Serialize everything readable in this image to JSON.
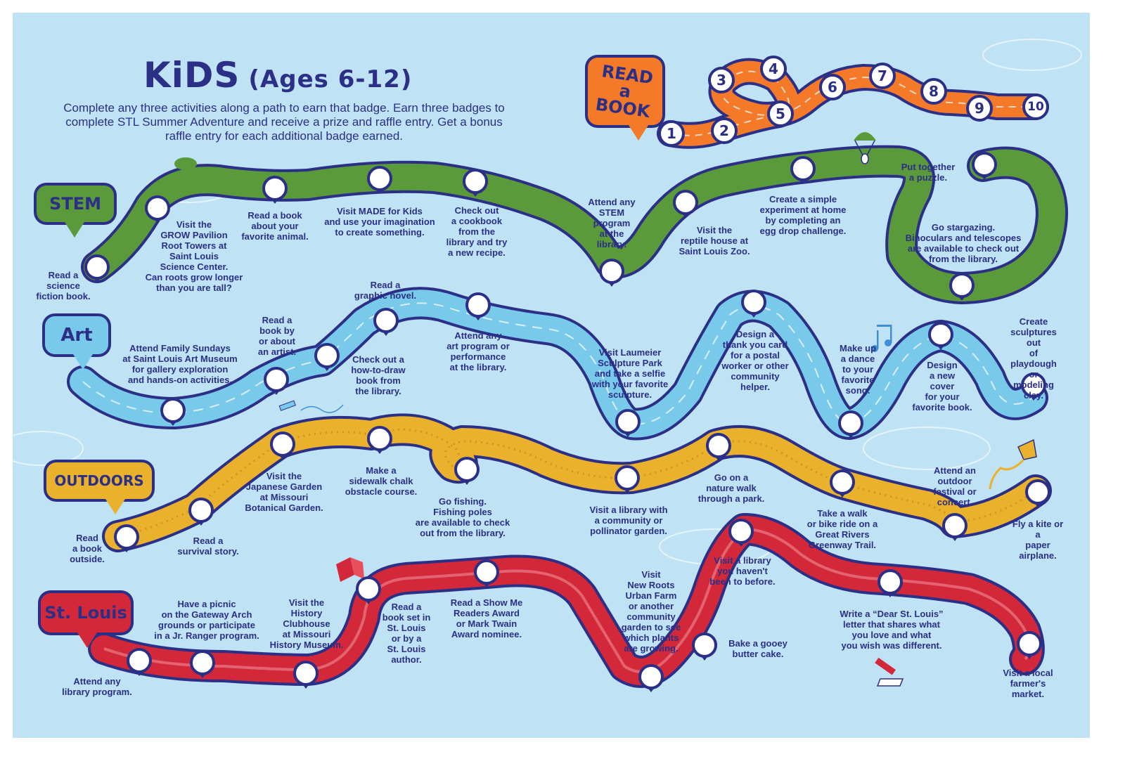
{
  "header": {
    "title": "KiDS",
    "subtitle": "(Ages 6-12)",
    "intro": "Complete any three activities along a path to earn that badge. Earn three badges to complete STL Summer Adventure and receive a prize and raffle entry. Get a bonus raffle entry for each additional badge earned."
  },
  "colors": {
    "background": "#bfe3f5",
    "ink": "#2b2f86",
    "stem": "#5a9a3a",
    "art": "#79c9ea",
    "outdoors": "#e9b12c",
    "stlouis": "#d3283a",
    "readabook": "#f47a2a"
  },
  "badges": {
    "readabook": "READ a BOOK",
    "stem": "STEM",
    "art": "Art",
    "outdoors": "OUTDOORS",
    "stlouis": "St. Louis"
  },
  "readabook": {
    "numbers": [
      "1",
      "2",
      "3",
      "4",
      "5",
      "6",
      "7",
      "8",
      "9",
      "10"
    ]
  },
  "stem": [
    "Read a\nscience\nfiction book.",
    "Visit the\nGROW Pavilion\nRoot Towers at\nSaint Louis\nScience Center.\nCan roots grow longer\nthan you are tall?",
    "Read a book\nabout your\nfavorite animal.",
    "Visit MADE for Kids\nand use your imagination\nto create something.",
    "Check out\na cookbook\nfrom the\nlibrary and try\na new recipe.",
    "Attend any\nSTEM\nprogram\nat the\nlibrary.",
    "Visit the\nreptile house at\nSaint Louis Zoo.",
    "Create a simple\nexperiment at home\nby completing an\negg drop challenge.",
    "Put together\na puzzle.",
    "Go stargazing.\nBinoculars and telescopes\nare available to check out\nfrom the library."
  ],
  "art": [
    "Attend Family Sundays\nat Saint Louis Art Museum\nfor gallery exploration\nand hands-on activities.",
    "Read a\nbook by\nor about\nan artist.",
    "Check out a\nhow-to-draw\nbook from\nthe library.",
    "Read a\ngraphic novel.",
    "Attend any\nart program or\nperformance\nat the library.",
    "Visit Laumeier\nSculpture Park\nand take a selfie\nwith your favorite\nsculpture.",
    "Design a\nthank you card\nfor a postal\nworker or other\ncommunity\nhelper.",
    "Make up\na dance\nto your\nfavorite\nsong.",
    "Design\na new\ncover\nfor your\nfavorite book.",
    "Create\nsculptures out\nof playdough or\nmodeling clay."
  ],
  "outdoors": [
    "Read\na book\noutside.",
    "Read a\nsurvival story.",
    "Visit the\nJapanese Garden\nat Missouri\nBotanical Garden.",
    "Make a\nsidewalk chalk\nobstacle course.",
    "Go fishing.\nFishing poles\nare available to check\nout from the library.",
    "Visit a library with\na community or\npollinator garden.",
    "Go on a\nnature walk\nthrough a park.",
    "Take a walk\nor bike ride on a\nGreat Rivers\nGreenway Trail.",
    "Attend an\noutdoor\nfestival or\nconcert.",
    "Fly a kite or a\npaper airplane."
  ],
  "stlouis": [
    "Attend any\nlibrary program.",
    "Have a picnic\non the Gateway Arch\ngrounds or participate\nin a Jr. Ranger program.",
    "Visit the\nHistory\nClubhouse\nat Missouri\nHistory Museum.",
    "Read a\nbook set in\nSt. Louis\nor by a\nSt. Louis\nauthor.",
    "Read a Show Me\nReaders Award\nor Mark Twain\nAward nominee.",
    "Visit\nNew Roots\nUrban Farm\nor another\ncommunity\ngarden to see\nwhich plants\nare growing.",
    "Bake a gooey\nbutter cake.",
    "Visit a library\nyou haven't\nbeen to before.",
    "Write a “Dear St. Louis”\nletter that shares what\nyou love and what\nyou wish was different.",
    "Visit a local\nfarmer's market."
  ]
}
